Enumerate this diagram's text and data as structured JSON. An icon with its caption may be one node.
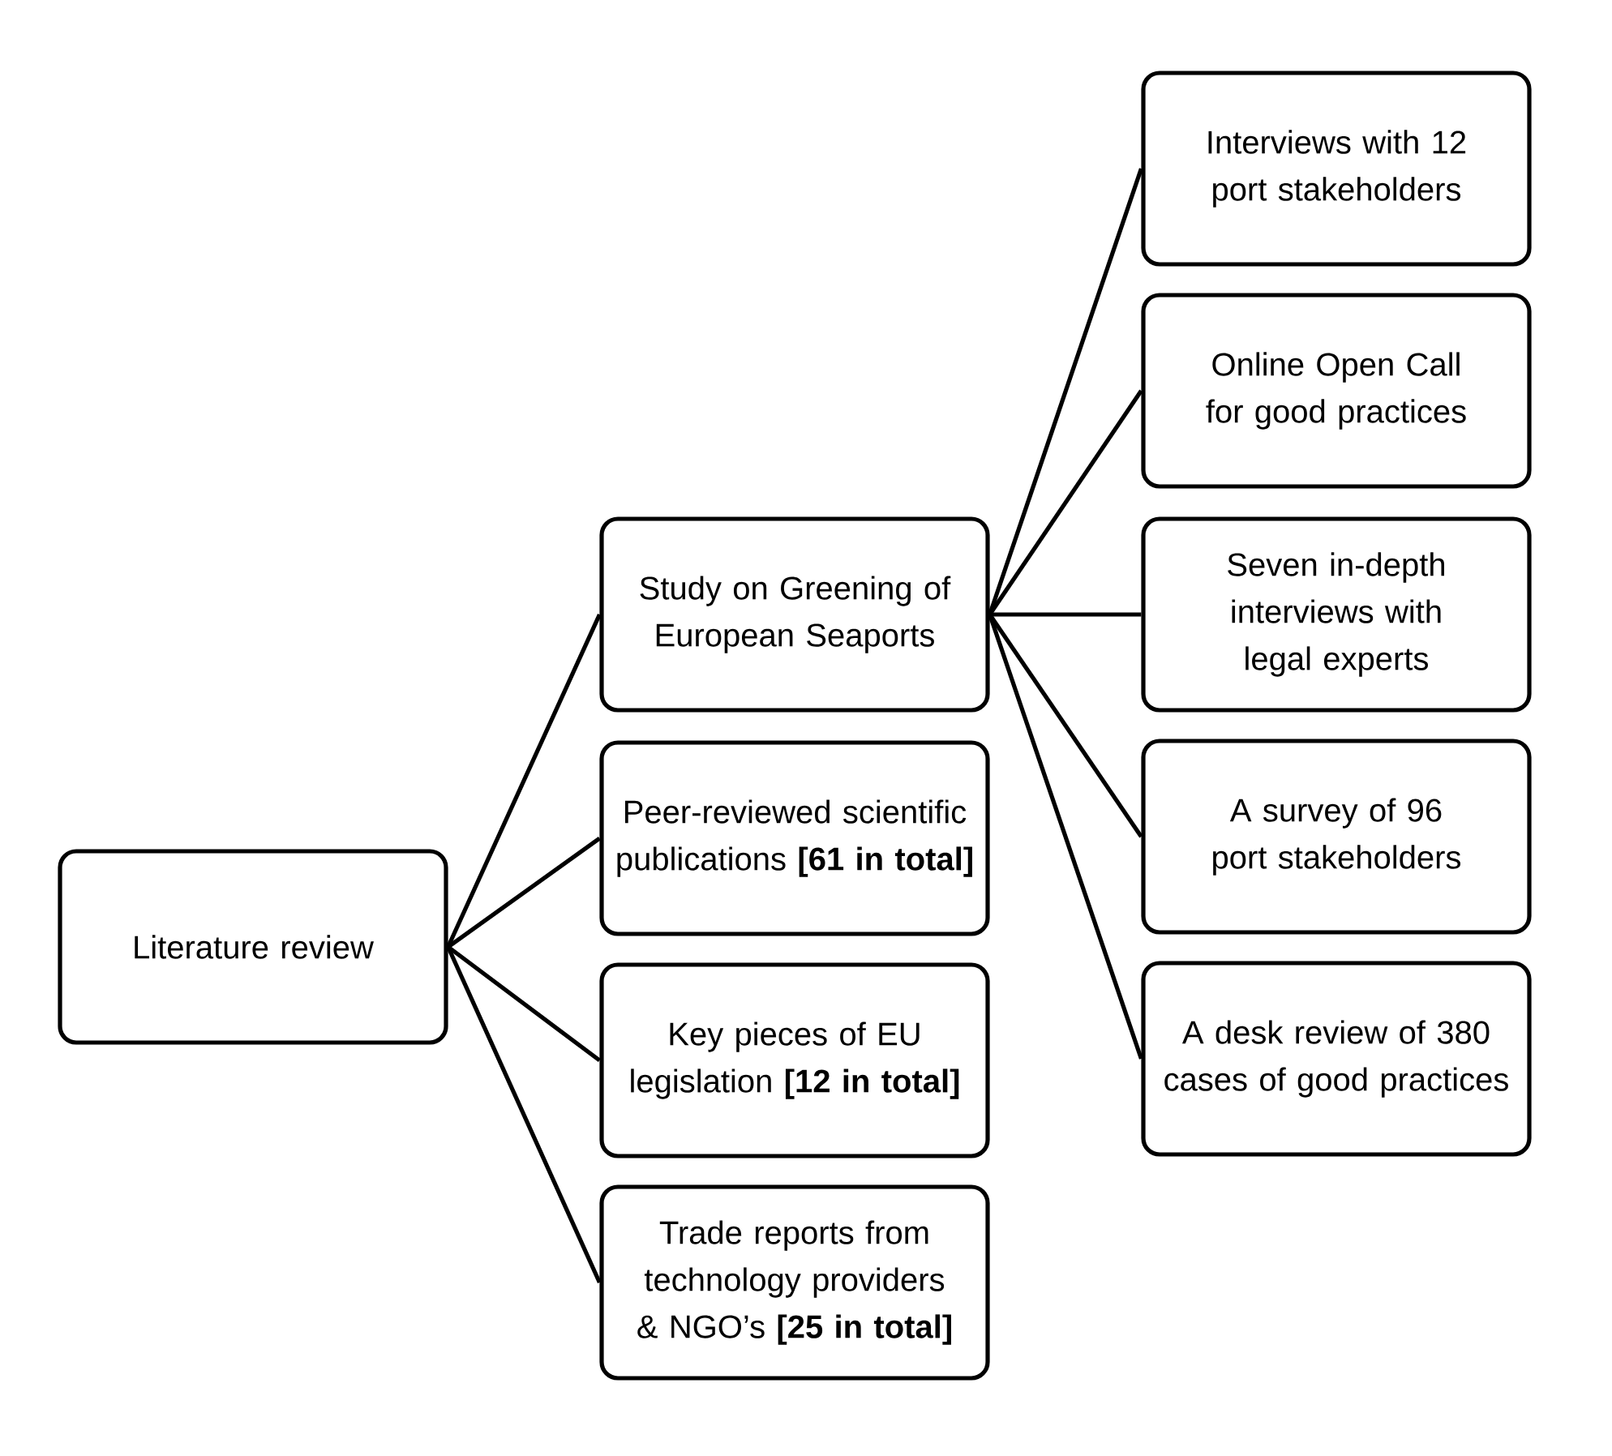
{
  "diagram": {
    "nodes": [
      {
        "text": [
          "Literature review"
        ]
      },
      {
        "text": [
          "Study on Greening of European Seaports"
        ]
      },
      {
        "text": [
          "Peer-reviewed scientific publications **[61 in total]**"
        ]
      },
      {
        "text": [
          "Key pieces of EU legislation **[12 in total]**"
        ]
      },
      {
        "text": [
          "Trade reports from technology providers & NGO’s **[25 in total]**"
        ]
      },
      {
        "text": [
          "Interviews with 12 port stakeholders"
        ]
      },
      {
        "text": [
          "Online Open Call for good practices"
        ]
      },
      {
        "text": [
          "Seven in-depth interviews with legal experts"
        ]
      },
      {
        "text": [
          "A survey of 96 port stakeholders"
        ]
      },
      {
        "text": [
          "A desk review of 380 cases of good practices"
        ]
      }
    ],
    "edges": [
      {
        "from": 0,
        "to": 1,
        "arrow": "none"
      },
      {
        "from": 0,
        "to": 2,
        "arrow": "none"
      },
      {
        "from": 0,
        "to": 3,
        "arrow": "none"
      },
      {
        "from": 0,
        "to": 4,
        "arrow": "none"
      },
      {
        "from": 1,
        "to": 5,
        "arrow": "none"
      },
      {
        "from": 1,
        "to": 6,
        "arrow": "none"
      },
      {
        "from": 1,
        "to": 7,
        "arrow": "none"
      },
      {
        "from": 1,
        "to": 8,
        "arrow": "none"
      },
      {
        "from": 1,
        "to": 9,
        "arrow": "none"
      }
    ]
  }
}
